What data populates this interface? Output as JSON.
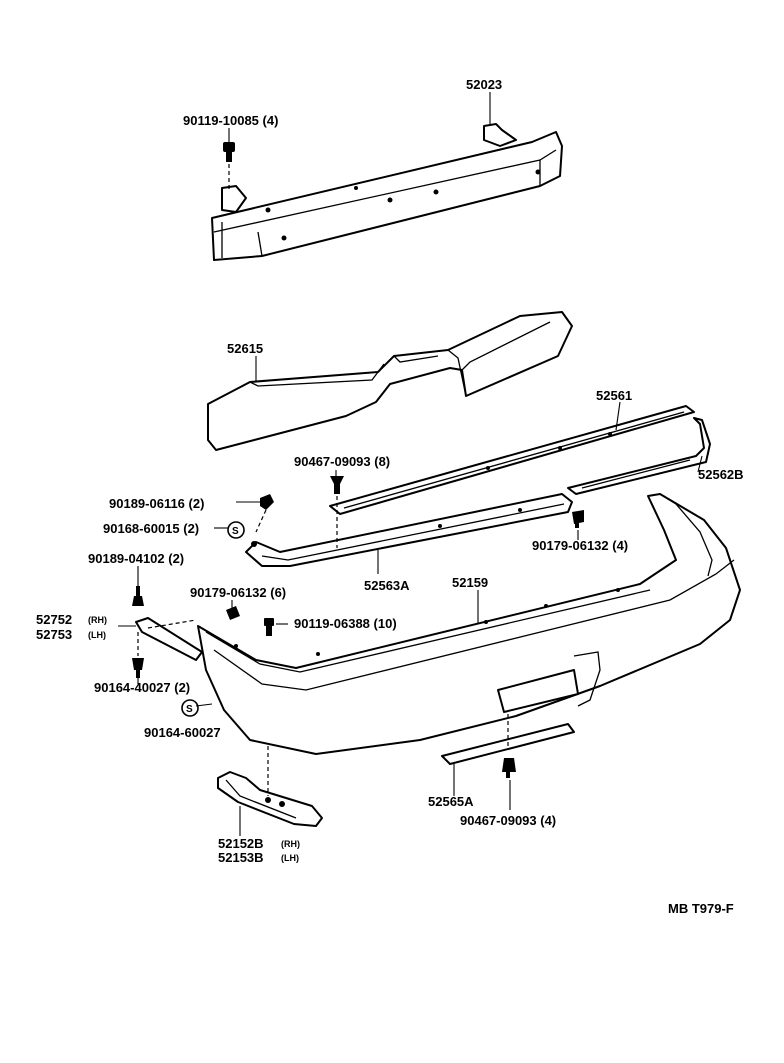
{
  "diagram": {
    "footer_code": "MB  T979-F",
    "labels": {
      "p52023": "52023",
      "p90119_10085": "90119-10085 (4)",
      "p52615": "52615",
      "p52561": "52561",
      "p52562B": "52562B",
      "p90467_09093_8": "90467-09093 (8)",
      "p90189_06116": "90189-06116 (2)",
      "p90168_60015": "90168-60015 (2)",
      "p90179_06132_4": "90179-06132 (4)",
      "p52563A": "52563A",
      "p52159": "52159",
      "p90189_04102": "90189-04102 (2)",
      "p90179_06132_6": "90179-06132 (6)",
      "p90119_06388": "90119-06388 (10)",
      "p52752": "52752",
      "p52752_side": "(RH)",
      "p52753": "52753",
      "p52753_side": "(LH)",
      "p90164_40027": "90164-40027 (2)",
      "p90164_60027": "90164-60027",
      "p52565A": "52565A",
      "p90467_09093_4": "90467-09093 (4)",
      "p52152B": "52152B",
      "p52152B_side": "(RH)",
      "p52153B": "52153B",
      "p52153B_side": "(LH)"
    }
  }
}
